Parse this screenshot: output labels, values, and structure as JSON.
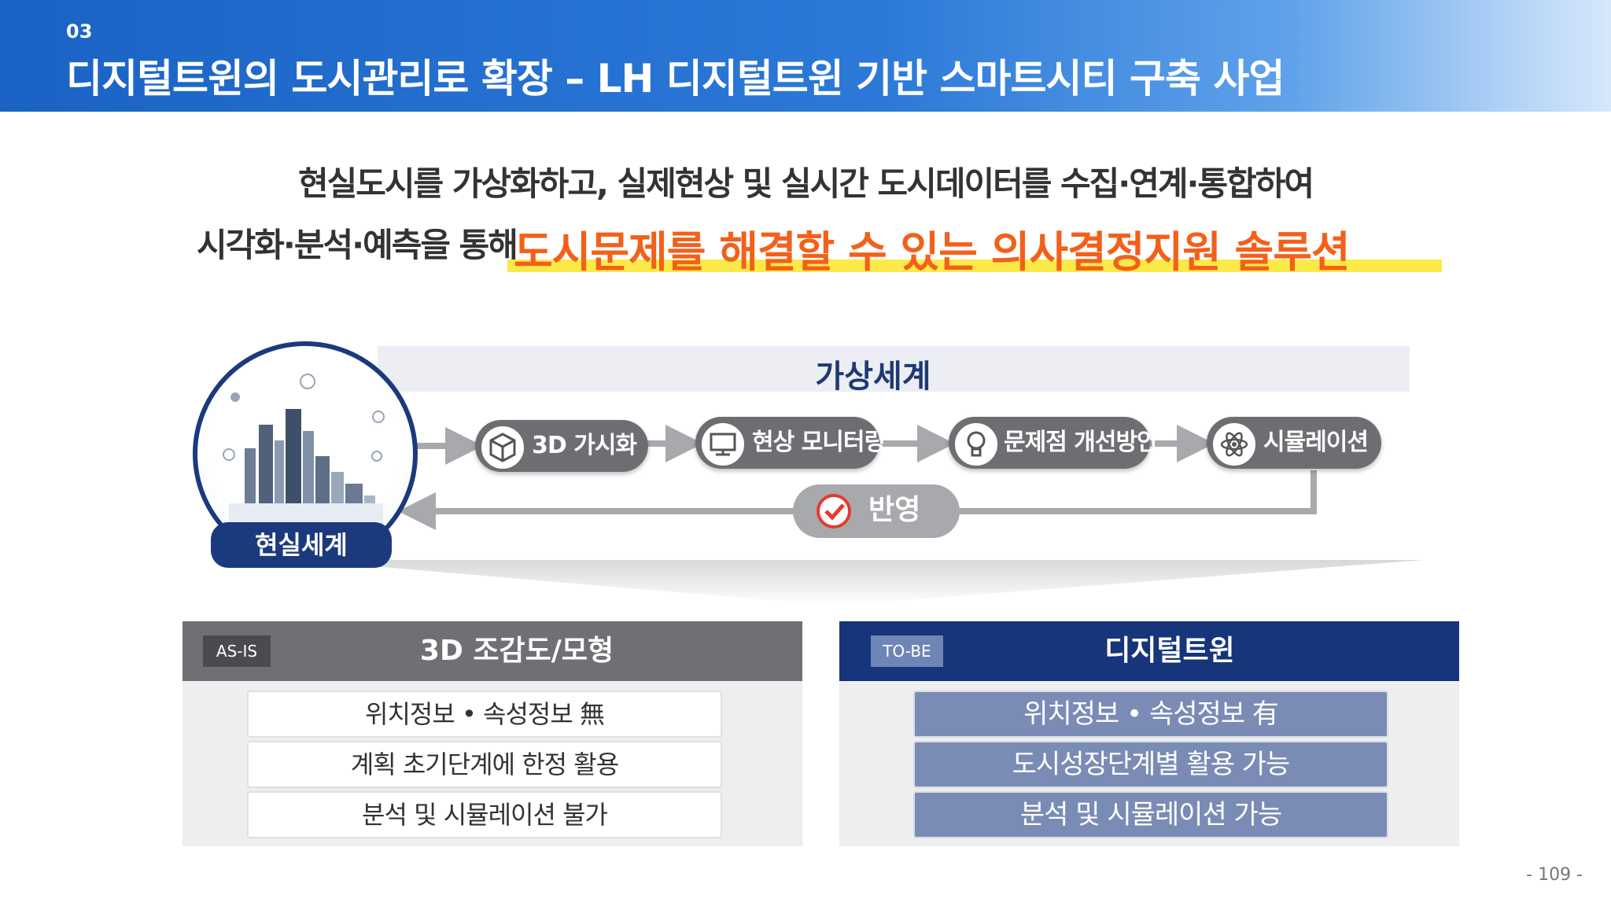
{
  "header": {
    "section_number": "03",
    "title": "디지털트윈의 도시관리로 확장 – LH 디지털트윈 기반 스마트시티 구축 사업"
  },
  "intro": {
    "line1": "현실도시를 가상화하고, 실제현상 및 실시간 도시데이터를 수집·연계·통합하여",
    "line2_prefix": "시각화·분석·예측을 통해",
    "line2_highlight": "도시문제를 해결할 수 있는 의사결정지원 솔루션"
  },
  "diagram": {
    "virtual_world": "가상세계",
    "real_world": "현실세계",
    "steps": [
      {
        "label": "3D 가시화",
        "icon": "cube-icon"
      },
      {
        "label": "현상 모니터링",
        "icon": "monitor-icon"
      },
      {
        "label": "문제점 개선방안",
        "icon": "lightbulb-icon"
      },
      {
        "label": "시뮬레이션",
        "icon": "atom-icon"
      }
    ],
    "feedback": {
      "label": "반영",
      "icon": "check-circle-icon"
    }
  },
  "as_is": {
    "tag": "AS-IS",
    "title": "3D 조감도/모형",
    "items": [
      "위치정보 • 속성정보 無",
      "계획 초기단계에 한정 활용",
      "분석 및 시뮬레이션 불가"
    ]
  },
  "to_be": {
    "tag": "TO-BE",
    "title": "디지털트윈",
    "items": [
      "위치정보 • 속성정보 有",
      "도시성장단계별 활용 가능",
      "분석 및 시뮬레이션 가능"
    ]
  },
  "page_number": "- 109 -",
  "colors": {
    "header_blue": "#1a63c5",
    "navy": "#1b3a7d",
    "highlight_orange": "#f2601a",
    "highlight_yellow": "#fbe94a",
    "pill_gray": "#6c6e72"
  }
}
